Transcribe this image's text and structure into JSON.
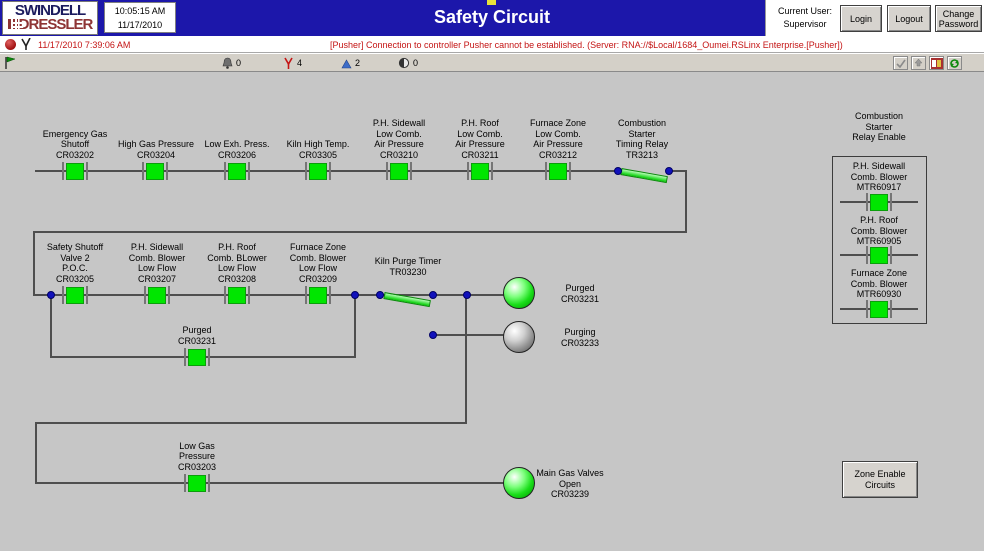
{
  "header": {
    "logo_line1": "SWINDELL",
    "logo_line2": "DRESSLER",
    "time": "10:05:15 AM",
    "date": "11/17/2010",
    "title": "Safety Circuit",
    "user_label": "Current User:",
    "user_name": "Supervisor",
    "login": "Login",
    "logout": "Logout",
    "change_password": "Change Password"
  },
  "alarm": {
    "timestamp": "11/17/2010 7:39:06 AM",
    "message": "[Pusher] Connection to controller Pusher cannot be established.  (Server: RNA://$Local/1684_Oumei.RSLinx Enterprise.[Pusher])"
  },
  "status": {
    "bell_count": "0",
    "fault_count": "4",
    "event_count": "2",
    "suppressed_count": "0"
  },
  "icons": {
    "alarm_dot": "red-circle",
    "ack": "black-trident",
    "flag": "green-flag",
    "bell": "bell",
    "fault": "red-trident",
    "event": "blue-triangle",
    "suppressed": "half-filled-circle",
    "check": "checkmark",
    "export": "up-arrow",
    "alarm_badge": "red-badge",
    "refresh": "green-circular-arrows"
  },
  "diagram": {
    "row1_contacts": [
      {
        "label": "Emergency Gas\nShutoff\nCR03202"
      },
      {
        "label": "High Gas Pressure\nCR03204"
      },
      {
        "label": "Low Exh. Press.\nCR03206"
      },
      {
        "label": "Kiln High Temp.\nCR03305"
      },
      {
        "label": "P.H. Sidewall\nLow Comb.\nAir Pressure\nCR03210"
      },
      {
        "label": "P.H. Roof\nLow Comb.\nAir Pressure\nCR03211"
      },
      {
        "label": "Furnace Zone\nLow Comb.\nAir Pressure\nCR03212"
      }
    ],
    "timing_relay_label": "Combustion\nStarter\nTiming Relay\nTR3213",
    "row2_contacts": [
      {
        "label": "Safety Shutoff\nValve 2\nP.O.C.\nCR03205"
      },
      {
        "label": "P.H. Sidewall\nComb. Blower\nLow Flow\nCR03207"
      },
      {
        "label": "P.H. Roof\nComb. BLower\nLow Flow\nCR03208"
      },
      {
        "label": "Furnace Zone\nComb. Blower\nLow Flow\nCR03209"
      }
    ],
    "kiln_purge_timer_label": "Kiln Purge Timer\nTR03230",
    "bypass_contact_label": "Purged\nCR03231",
    "purged_light_label": "Purged\nCR03231",
    "purging_light_label": "Purging\nCR03233",
    "low_gas_contact_label": "Low Gas\nPressure\nCR03203",
    "main_gas_light_label": "Main Gas Valves\nOpen\nCR03239",
    "relay_box": {
      "title": "Combustion\nStarter\nRelay Enable",
      "entries": [
        {
          "label": "P.H. Sidewall\nComb. Blower\nMTR60917"
        },
        {
          "label": "P.H. Roof\nComb. Blower\nMTR60905"
        },
        {
          "label": "Furnace Zone\nComb. Blower\nMTR60930"
        }
      ]
    },
    "zone_enable_button": "Zone Enable\nCircuits"
  }
}
